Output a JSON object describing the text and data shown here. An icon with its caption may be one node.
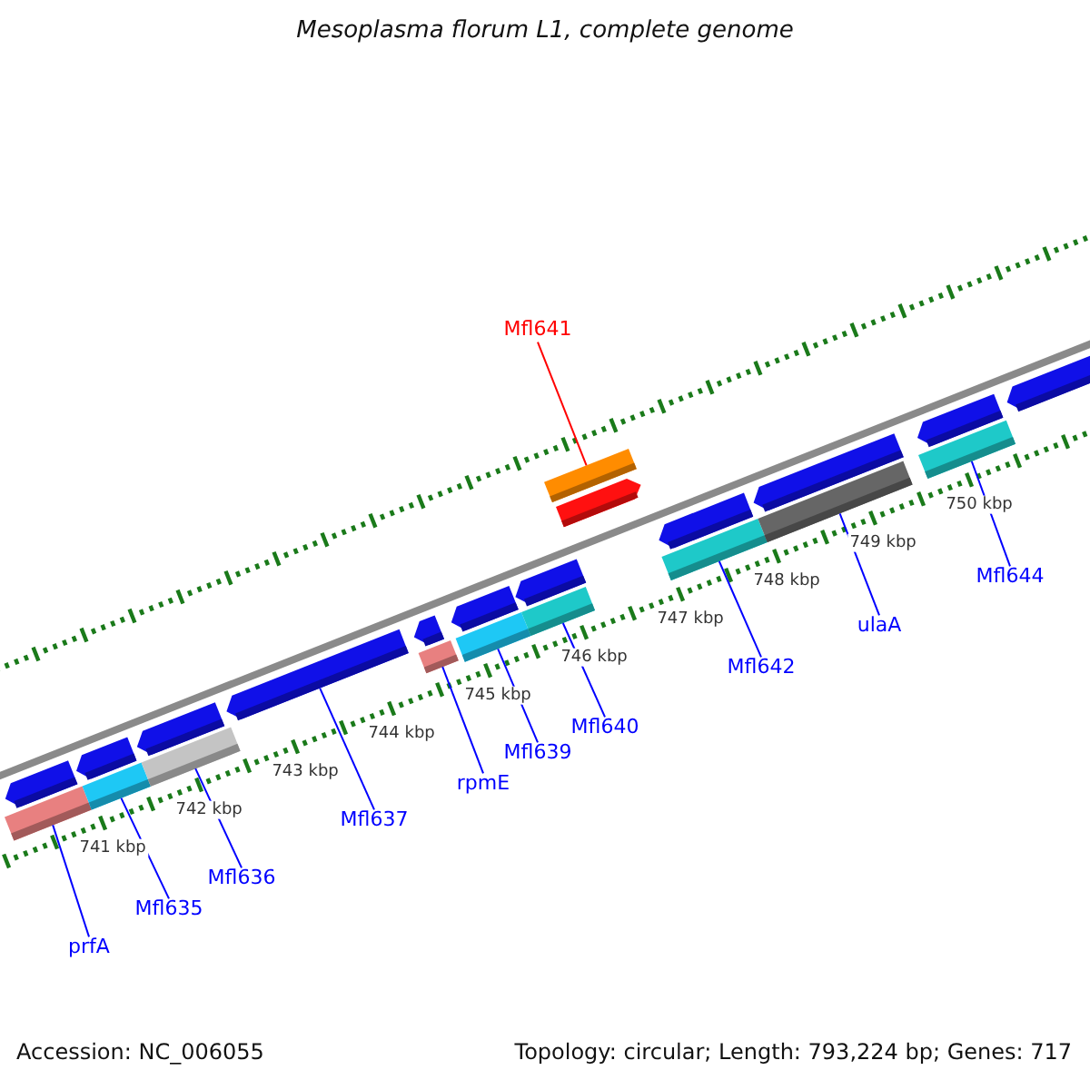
{
  "diagram": {
    "title": "Mesoplasma florum L1, complete genome",
    "nodes": [
      {
        "text": [
          "prfA"
        ]
      },
      {
        "text": [
          "Mfl635"
        ]
      },
      {
        "text": [
          "Mfl636"
        ]
      },
      {
        "text": [
          "Mfl637"
        ]
      },
      {
        "text": [
          "rpmE"
        ]
      },
      {
        "text": [
          "Mfl639"
        ]
      },
      {
        "text": [
          "Mfl640"
        ]
      },
      {
        "text": [
          "Mfl641"
        ]
      },
      {
        "text": [
          "Mfl642"
        ]
      },
      {
        "text": [
          "ulaA"
        ]
      },
      {
        "text": [
          "Mfl644"
        ]
      },
      {
        "text": [],
        "shape": "bar"
      },
      {
        "text": [],
        "shape": "bar"
      },
      {
        "text": [],
        "shape": "bar"
      },
      {
        "text": [],
        "shape": "arrow"
      },
      {
        "text": [],
        "shape": "bar"
      },
      {
        "text": [],
        "shape": "bar"
      },
      {
        "text": [],
        "shape": "bar"
      },
      {
        "text": [],
        "shape": "bar"
      },
      {
        "text": [],
        "shape": "bar"
      },
      {
        "text": [],
        "shape": "bar"
      },
      {
        "text": [],
        "shape": "bar"
      }
    ],
    "edges": [
      {
        "from": 0,
        "to": 11,
        "arrow": "none"
      },
      {
        "from": 1,
        "to": 12,
        "arrow": "none"
      },
      {
        "from": 2,
        "to": 13,
        "arrow": "none"
      },
      {
        "from": 3,
        "to": 14,
        "arrow": "none"
      },
      {
        "from": 4,
        "to": 15,
        "arrow": "none"
      },
      {
        "from": 5,
        "to": 16,
        "arrow": "none"
      },
      {
        "from": 6,
        "to": 17,
        "arrow": "none"
      },
      {
        "from": 7,
        "to": 18,
        "arrow": "none",
        "color": "#ff0000"
      },
      {
        "from": 8,
        "to": 19,
        "arrow": "none"
      },
      {
        "from": 9,
        "to": 20,
        "arrow": "none"
      },
      {
        "from": 10,
        "to": 21,
        "arrow": "none"
      }
    ],
    "labels": [
      "741 kbp",
      "742 kbp",
      "743 kbp",
      "744 kbp",
      "745 kbp",
      "746 kbp",
      "747 kbp",
      "748 kbp",
      "749 kbp",
      "750 kbp",
      "Accession: NC_006055",
      "Topology: circular; Length: 793,224 bp; Genes: 717"
    ]
  }
}
